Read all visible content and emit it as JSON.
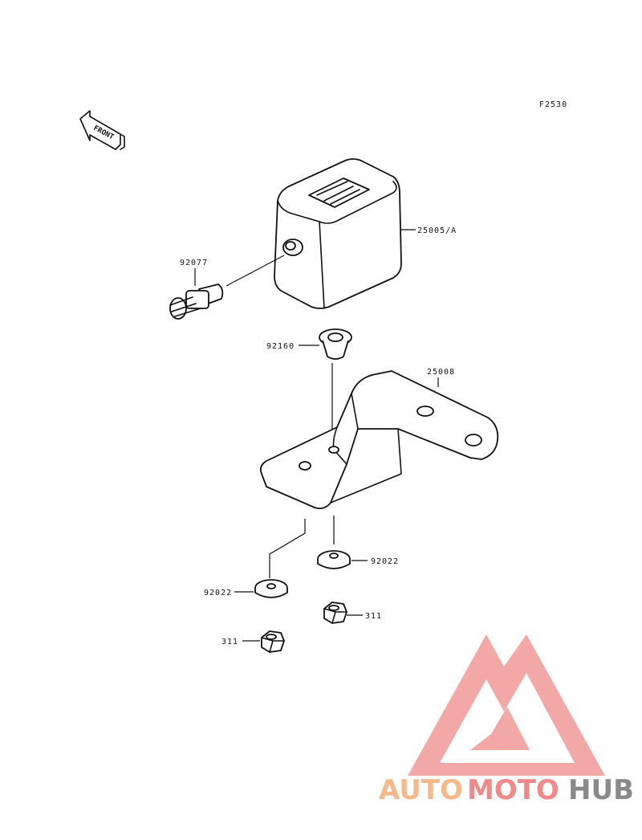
{
  "figure_code": "F2530",
  "front_label": "FRONT",
  "parts": {
    "meter_housing": "25005/A",
    "bracket": "25008",
    "bulb_socket": "92077",
    "grommet": "92160",
    "washer_right": "92022",
    "washer_left": "92022",
    "nut_right": "311",
    "nut_left": "311"
  },
  "watermark": {
    "part1": "AUTO",
    "part2": "MOTO",
    "part3": "HUB",
    "colors": {
      "auto": "#f6b98a",
      "moto": "#f08a8a",
      "hub": "#8a8a8a",
      "logo": "#f29a9a"
    }
  }
}
